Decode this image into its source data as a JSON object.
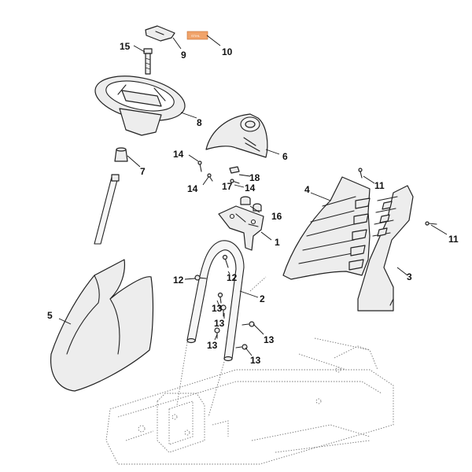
{
  "diagram": {
    "callouts": [
      {
        "id": "c1",
        "text": "1"
      },
      {
        "id": "c2",
        "text": "2"
      },
      {
        "id": "c3",
        "text": "3"
      },
      {
        "id": "c4",
        "text": "4"
      },
      {
        "id": "c5",
        "text": "5"
      },
      {
        "id": "c6",
        "text": "6"
      },
      {
        "id": "c7",
        "text": "7"
      },
      {
        "id": "c8",
        "text": "8"
      },
      {
        "id": "c9",
        "text": "9"
      },
      {
        "id": "c10",
        "text": "10"
      },
      {
        "id": "c11a",
        "text": "11"
      },
      {
        "id": "c11b",
        "text": "11"
      },
      {
        "id": "c12a",
        "text": "12"
      },
      {
        "id": "c12b",
        "text": "12"
      },
      {
        "id": "c13a",
        "text": "13"
      },
      {
        "id": "c13b",
        "text": "13"
      },
      {
        "id": "c13c",
        "text": "13"
      },
      {
        "id": "c13d",
        "text": "13"
      },
      {
        "id": "c13e",
        "text": "13"
      },
      {
        "id": "c14a",
        "text": "14"
      },
      {
        "id": "c14b",
        "text": "14"
      },
      {
        "id": "c14c",
        "text": "14"
      },
      {
        "id": "c15",
        "text": "15"
      },
      {
        "id": "c16",
        "text": "16"
      },
      {
        "id": "c17",
        "text": "17"
      },
      {
        "id": "c18",
        "text": "18"
      }
    ],
    "label_tag_text": "STIHL"
  }
}
